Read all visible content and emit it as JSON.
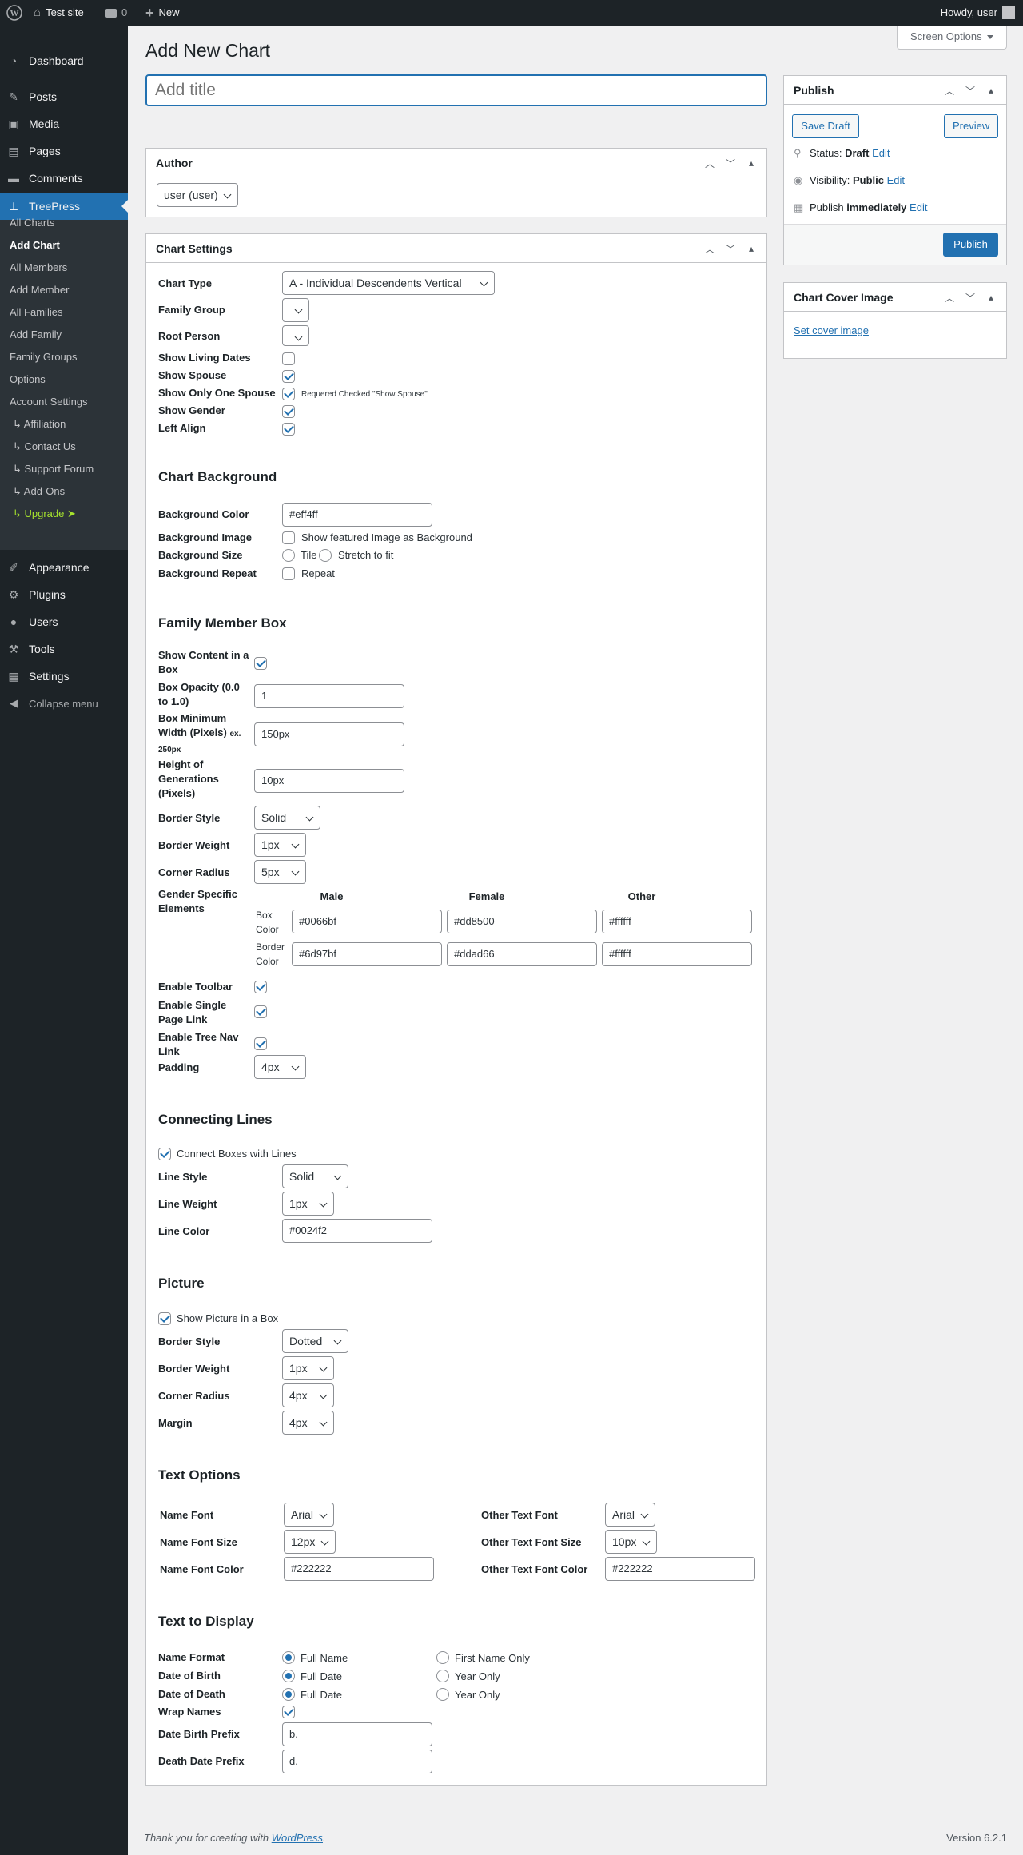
{
  "adminbar": {
    "site_name": "Test site",
    "comments_count": "0",
    "new_label": "New",
    "howdy": "Howdy, user"
  },
  "sidebar": {
    "dashboard": "Dashboard",
    "posts": "Posts",
    "media": "Media",
    "pages": "Pages",
    "comments": "Comments",
    "treepress": "TreePress",
    "sub": [
      "All Charts",
      "Add Chart",
      "All Members",
      "Add Member",
      "All Families",
      "Add Family",
      "Family Groups",
      "Options",
      "Account Settings",
      "↳ Affiliation",
      "↳ Contact Us",
      "↳ Support Forum",
      "↳ Add-Ons",
      "↳ Upgrade ➤"
    ],
    "appearance": "Appearance",
    "plugins": "Plugins",
    "users": "Users",
    "tools": "Tools",
    "settings": "Settings",
    "collapse": "Collapse menu"
  },
  "page": {
    "title": "Add New Chart",
    "screen_options": "Screen Options",
    "title_placeholder": "Add title"
  },
  "author_box": {
    "heading": "Author",
    "value": "user (user)"
  },
  "publish_box": {
    "heading": "Publish",
    "save_draft": "Save Draft",
    "preview": "Preview",
    "status_label": "Status:",
    "status_value": "Draft",
    "visibility_label": "Visibility:",
    "visibility_value": "Public",
    "publish_label": "Publish",
    "publish_value": "immediately",
    "edit": "Edit",
    "publish_button": "Publish"
  },
  "cover_box": {
    "heading": "Chart Cover Image",
    "link": "Set cover image"
  },
  "settings": {
    "heading": "Chart Settings",
    "chart_type_label": "Chart Type",
    "chart_type_value": "A - Individual Descendents Vertical",
    "family_group_label": "Family Group",
    "root_person_label": "Root Person",
    "show_living_dates": "Show Living Dates",
    "show_spouse": "Show Spouse",
    "show_only_one_spouse": "Show Only One Spouse",
    "only_one_spouse_note": "Requered Checked \"Show Spouse\"",
    "show_gender": "Show Gender",
    "left_align": "Left Align",
    "bg": {
      "heading": "Chart Background",
      "color_label": "Background Color",
      "color_value": "#eff4ff",
      "image_label": "Background Image",
      "image_option": "Show featured Image as Background",
      "size_label": "Background Size",
      "size_tile": "Tile",
      "size_stretch": "Stretch to fit",
      "repeat_label": "Background Repeat",
      "repeat_option": "Repeat"
    },
    "box": {
      "heading": "Family Member Box",
      "show_content_label": "Show Content in a Box",
      "opacity_label": "Box Opacity (0.0 to 1.0)",
      "opacity_value": "1",
      "min_width_label": "Box Minimum Width (Pixels)",
      "min_width_hint": "ex. 250px",
      "min_width_value": "150px",
      "height_label": "Height of Generations (Pixels)",
      "height_value": "10px",
      "border_style_label": "Border Style",
      "border_style_value": "Solid",
      "border_weight_label": "Border Weight",
      "border_weight_value": "1px",
      "corner_radius_label": "Corner Radius",
      "corner_radius_value": "5px",
      "gender_label": "Gender Specific Elements",
      "gender_cols": [
        "Male",
        "Female",
        "Other"
      ],
      "box_color_label": "Box Color",
      "box_colors": [
        "#0066bf",
        "#dd8500",
        "#ffffff"
      ],
      "border_color_label": "Border Color",
      "border_colors": [
        "#6d97bf",
        "#ddad66",
        "#ffffff"
      ],
      "toolbar_label": "Enable Toolbar",
      "single_page_label": "Enable Single Page Link",
      "tree_nav_label": "Enable Tree Nav Link",
      "padding_label": "Padding",
      "padding_value": "4px"
    },
    "lines": {
      "heading": "Connecting Lines",
      "connect_label": "Connect Boxes with Lines",
      "style_label": "Line Style",
      "style_value": "Solid",
      "weight_label": "Line Weight",
      "weight_value": "1px",
      "color_label": "Line Color",
      "color_value": "#0024f2"
    },
    "picture": {
      "heading": "Picture",
      "show_label": "Show Picture in a Box",
      "border_style_label": "Border Style",
      "border_style_value": "Dotted",
      "border_weight_label": "Border Weight",
      "border_weight_value": "1px",
      "corner_radius_label": "Corner Radius",
      "corner_radius_value": "4px",
      "margin_label": "Margin",
      "margin_value": "4px"
    },
    "text_options": {
      "heading": "Text Options",
      "name_font_label": "Name Font",
      "name_font_value": "Arial",
      "name_size_label": "Name Font Size",
      "name_size_value": "12px",
      "name_color_label": "Name Font Color",
      "name_color_value": "#222222",
      "other_font_label": "Other Text Font",
      "other_font_value": "Arial",
      "other_size_label": "Other Text Font Size",
      "other_size_value": "10px",
      "other_color_label": "Other Text Font Color",
      "other_color_value": "#222222"
    },
    "display": {
      "heading": "Text to Display",
      "name_format_label": "Name Format",
      "full_name": "Full Name",
      "first_name_only": "First Name Only",
      "dob_label": "Date of Birth",
      "dod_label": "Date of Death",
      "full_date": "Full Date",
      "year_only": "Year Only",
      "wrap_names_label": "Wrap Names",
      "birth_prefix_label": "Date Birth Prefix",
      "birth_prefix_value": "b.",
      "death_prefix_label": "Death Date Prefix",
      "death_prefix_value": "d."
    }
  },
  "footer": {
    "thanks": "Thank you for creating with",
    "wordpress": "WordPress",
    "version": "Version 6.2.1"
  },
  "colors": {
    "accent": "#2271b1",
    "menu_bg": "#1d2327",
    "menu_active": "#2271b1",
    "upgrade": "#a6e22e"
  }
}
